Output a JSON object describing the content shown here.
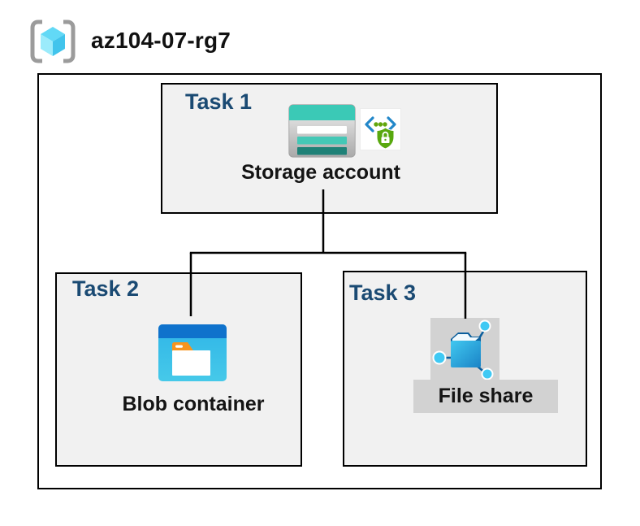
{
  "header": {
    "title": "az104-07-rg7",
    "icon": "resource-group-icon"
  },
  "tasks": [
    {
      "label": "Task 1",
      "item_label": "Storage account",
      "icons": [
        "storage-account-icon",
        "secured-access-icon"
      ],
      "highlighted": false
    },
    {
      "label": "Task 2",
      "item_label": "Blob container",
      "icons": [
        "blob-container-icon"
      ],
      "highlighted": false
    },
    {
      "label": "Task 3",
      "item_label": "File share",
      "icons": [
        "file-share-icon"
      ],
      "highlighted": true
    }
  ],
  "connections": [
    {
      "from": "Storage account",
      "to": "Blob container"
    },
    {
      "from": "Storage account",
      "to": "File share"
    }
  ],
  "colors": {
    "task_label_navy": "#1A4A73",
    "box_fill": "#F1F1F1",
    "box_border": "#000000",
    "connector": "#000000",
    "highlight_gray": "#D2D2D2",
    "storage_teal": "#3BC9B6",
    "storage_teal_dark": "#1E8177",
    "blob_header_blue": "#0F72CC",
    "blob_body_cyan": "#2FB5E8",
    "folder_tab_orange": "#F7941E",
    "file_share_deep_blue": "#0A5E9C",
    "node_cyan": "#3FC9F4",
    "shield_green": "#58A80E",
    "bracket_blue": "#2287C9",
    "rg_bracket_gray": "#9B9B9B"
  }
}
